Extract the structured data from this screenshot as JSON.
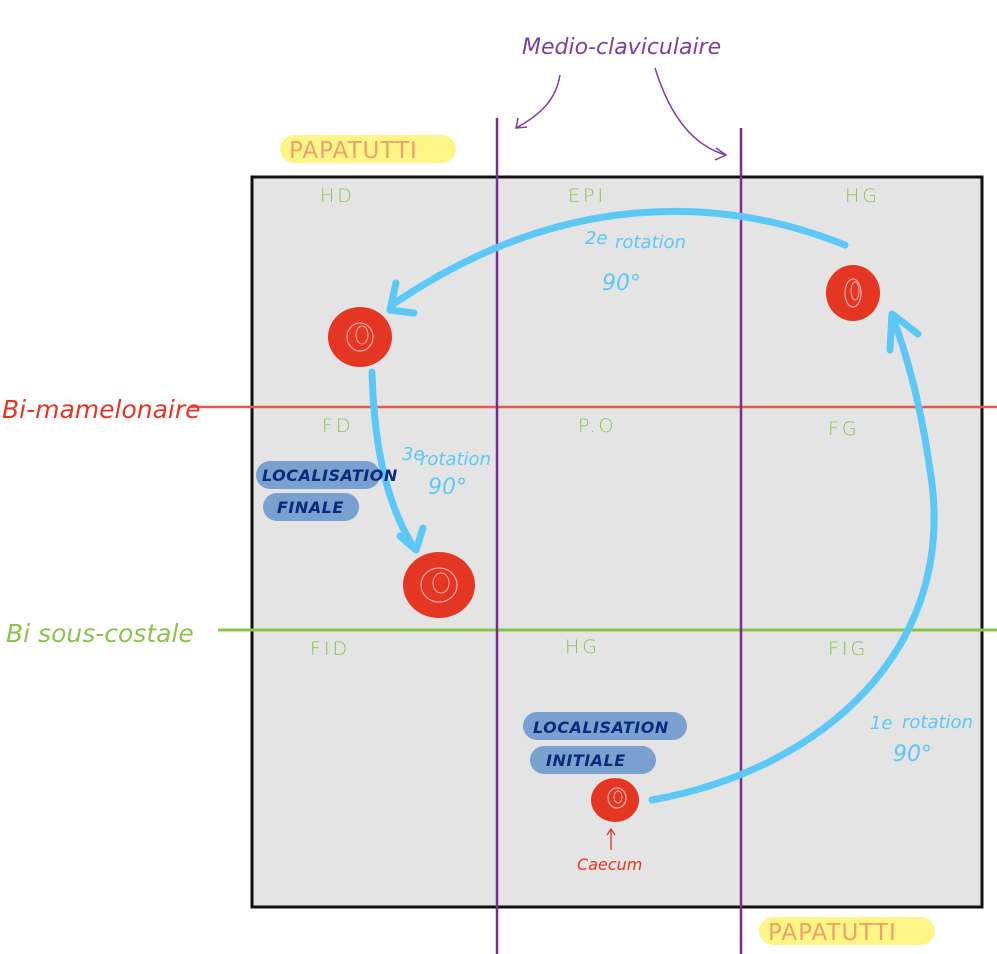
{
  "diagram": {
    "title_annotation": "Medio-claviculaire",
    "horizontal_lines": [
      {
        "label": "Bi-mamelonaire",
        "color": "#e05a54"
      },
      {
        "label": "Bi sous-costale",
        "color": "#8bc34a"
      }
    ],
    "vertical_lines_color": "#7b2d8e",
    "regions": [
      {
        "id": "HD",
        "label": "HD",
        "row": 0,
        "col": 0
      },
      {
        "id": "EPI",
        "label": "EPI",
        "row": 0,
        "col": 1
      },
      {
        "id": "HG_top",
        "label": "HG",
        "row": 0,
        "col": 2
      },
      {
        "id": "FD",
        "label": "FD",
        "row": 1,
        "col": 0
      },
      {
        "id": "PO",
        "label": "P.O",
        "row": 1,
        "col": 1
      },
      {
        "id": "FG",
        "label": "FG",
        "row": 1,
        "col": 2
      },
      {
        "id": "FID",
        "label": "FID",
        "row": 2,
        "col": 0
      },
      {
        "id": "HG_bottom",
        "label": "HG",
        "row": 2,
        "col": 1
      },
      {
        "id": "FIG",
        "label": "FIG",
        "row": 2,
        "col": 2
      }
    ],
    "highlights": [
      {
        "text": "PAPATUTTI",
        "position": "top-left"
      },
      {
        "text": "PAPATUTTI",
        "position": "bottom-right"
      }
    ],
    "rotations": [
      {
        "order": "1e",
        "label": "rotation",
        "degrees": "90°"
      },
      {
        "order": "2e",
        "label": "rotation",
        "degrees": "90°"
      },
      {
        "order": "3e",
        "label": "rotation",
        "degrees": "90°"
      }
    ],
    "localisations": {
      "initiale": [
        "LOCALISATION",
        "INITIALE"
      ],
      "finale": [
        "LOCALISATION",
        "FINALE"
      ]
    },
    "caecum_label": "Caecum",
    "colors": {
      "box_fill": "#e4e4e4",
      "arrow": "#5bc8f5",
      "dot": "#e53523",
      "pill": "#7aa0d0",
      "pill_text": "#0d2a7a",
      "highlight": "#fdf57a",
      "papatutti_text": "#f0a06a"
    }
  }
}
